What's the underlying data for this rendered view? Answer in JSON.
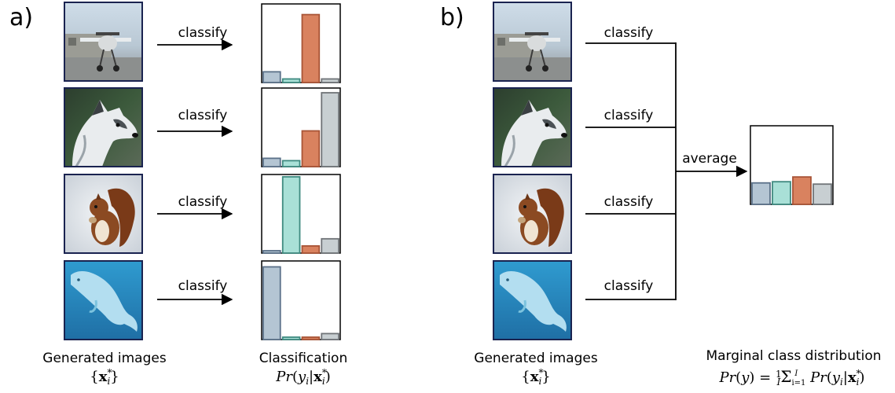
{
  "panel_a": {
    "label": "a)",
    "arrow_label": "classify",
    "images": [
      {
        "subject": "airplane",
        "icon": "airplane-photo"
      },
      {
        "subject": "husky dog",
        "icon": "dog-photo"
      },
      {
        "subject": "squirrel",
        "icon": "squirrel-photo"
      },
      {
        "subject": "beluga whale",
        "icon": "whale-photo"
      }
    ],
    "images_caption": "Generated images",
    "images_math": "{x*i}",
    "hist_caption": "Classification",
    "hist_math": "Pr(yi|x*i)"
  },
  "panel_b": {
    "label": "b)",
    "arrow_label": "classify",
    "average_label": "average",
    "images_caption": "Generated images",
    "images_math": "{x*i}",
    "marginal_caption": "Marginal class distribution",
    "marginal_math": "Pr(y) = 1/I Σ Pr(yi|x*i)"
  },
  "colors": {
    "c1": "#b4c5d3",
    "c2": "#a9e0d7",
    "c3": "#d9825f",
    "c4": "#c8cfd2",
    "border_c1": "#5b7189",
    "border_c2": "#3f8a80",
    "border_c3": "#a85436",
    "border_c4": "#707478"
  },
  "chart_data": [
    {
      "type": "bar",
      "name": "airplane",
      "categories": [
        "1",
        "2",
        "3",
        "4"
      ],
      "values": [
        0.09,
        0.03,
        0.57,
        0.03
      ],
      "ylim": [
        0,
        0.62
      ]
    },
    {
      "type": "bar",
      "name": "dog",
      "categories": [
        "1",
        "2",
        "3",
        "4"
      ],
      "values": [
        0.07,
        0.05,
        0.3,
        0.62
      ],
      "ylim": [
        0,
        0.62
      ]
    },
    {
      "type": "bar",
      "name": "squirrel",
      "categories": [
        "1",
        "2",
        "3",
        "4"
      ],
      "values": [
        0.02,
        0.64,
        0.06,
        0.12
      ],
      "ylim": [
        0,
        0.62
      ]
    },
    {
      "type": "bar",
      "name": "whale",
      "categories": [
        "1",
        "2",
        "3",
        "4"
      ],
      "values": [
        0.61,
        0.02,
        0.02,
        0.05
      ],
      "ylim": [
        0,
        0.62
      ]
    },
    {
      "type": "bar",
      "name": "marginal",
      "categories": [
        "1",
        "2",
        "3",
        "4"
      ],
      "values": [
        0.18,
        0.19,
        0.23,
        0.17
      ],
      "ylim": [
        0,
        0.62
      ]
    }
  ]
}
